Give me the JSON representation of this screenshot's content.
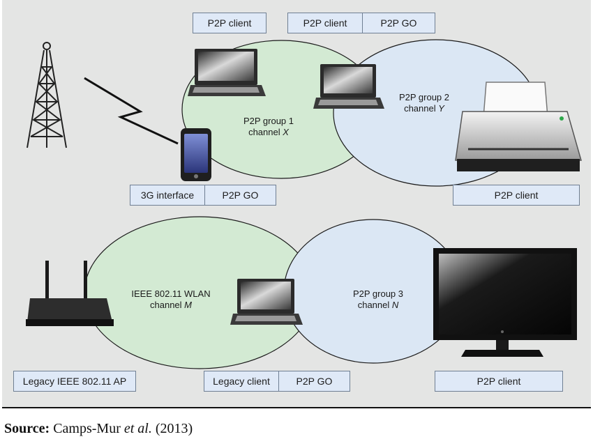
{
  "labels": {
    "top_client_left": "P2P client",
    "top_pair": [
      "P2P client",
      "P2P GO"
    ],
    "phone_pair": [
      "3G interface",
      "P2P GO"
    ],
    "printer_client": "P2P client",
    "legacy_ap": "Legacy IEEE 802.11 AP",
    "bottom_pair": [
      "Legacy client",
      "P2P GO"
    ],
    "tv_client": "P2P client"
  },
  "groups": {
    "g1": {
      "line1": "P2P group 1",
      "line2_prefix": "channel ",
      "line2_var": "X"
    },
    "g2": {
      "line1": "P2P group 2",
      "line2_prefix": "channel ",
      "line2_var": "Y"
    },
    "wlan": {
      "line1": "IEEE 802.11 WLAN",
      "line2_prefix": "channel ",
      "line2_var": "M"
    },
    "g3": {
      "line1": "P2P group 3",
      "line2_prefix": "channel ",
      "line2_var": "N"
    }
  },
  "source": {
    "bold": "Source:",
    "authors": "Camps-Mur ",
    "etal": "et al.",
    "year": " (2013)"
  },
  "colors": {
    "green_ellipse": "#d3ead3",
    "blue_ellipse": "#dbe7f4",
    "label_fill": "#dfe9f7",
    "label_border": "#6f7f93",
    "panel_bg": "#e4e5e4"
  }
}
